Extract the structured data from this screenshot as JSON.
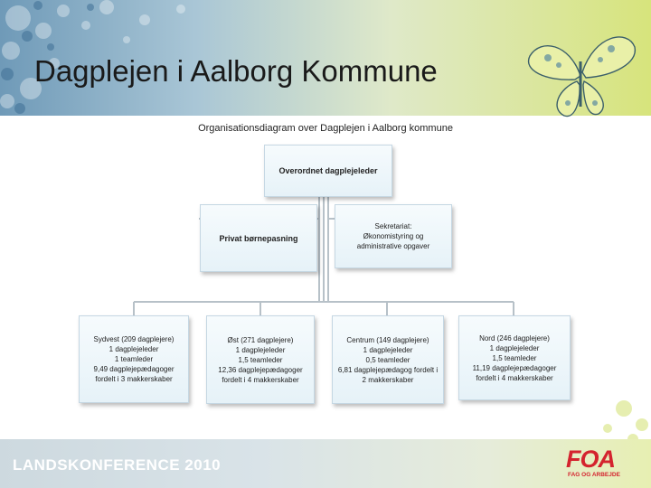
{
  "slide": {
    "title": "Dagplejen i Aalborg Kommune",
    "subtitle": "Organisationsdiagram over Dagplejen i Aalborg kommune",
    "footer": "LANDSKONFERENCE 2010",
    "logo": {
      "word": "FOA",
      "sub": "FAG OG ARBEJDE",
      "color": "#d4232e"
    }
  },
  "org": {
    "top": {
      "label": "Overordnet dagplejeleder"
    },
    "private": {
      "label": "Privat børnepasning"
    },
    "secretariat": {
      "lines": [
        "Sekretariat:",
        "Økonomistyring  og",
        "administrative opgaver"
      ]
    },
    "districts": [
      {
        "lines": [
          "Sydvest (209 dagplejere)",
          "1 dagplejeleder",
          "1 teamleder",
          "9,49 dagplejepædagoger",
          "fordelt i 3 makkerskaber"
        ]
      },
      {
        "lines": [
          "Øst (271 dagplejere)",
          "1 dagplejeleder",
          "1,5 teamleder",
          "12,36 dagplejepædagoger",
          "fordelt i 4 makkerskaber"
        ]
      },
      {
        "lines": [
          "Centrum (149 dagplejere)",
          "1 dagplejeleder",
          "0,5 teamleder",
          "6,81 dagplejepædagog fordelt i",
          "2 makkerskaber"
        ]
      },
      {
        "lines": [
          "Nord (246 dagplejere)",
          "1 dagplejeleder",
          "1,5 teamleder",
          "11,19 dagplejepædagoger",
          "fordelt i 4 makkerskaber"
        ]
      }
    ]
  },
  "colors": {
    "accent_blue": "#6f9ab8",
    "accent_green": "#d7e47c",
    "box_border": "#c5d7e3"
  }
}
